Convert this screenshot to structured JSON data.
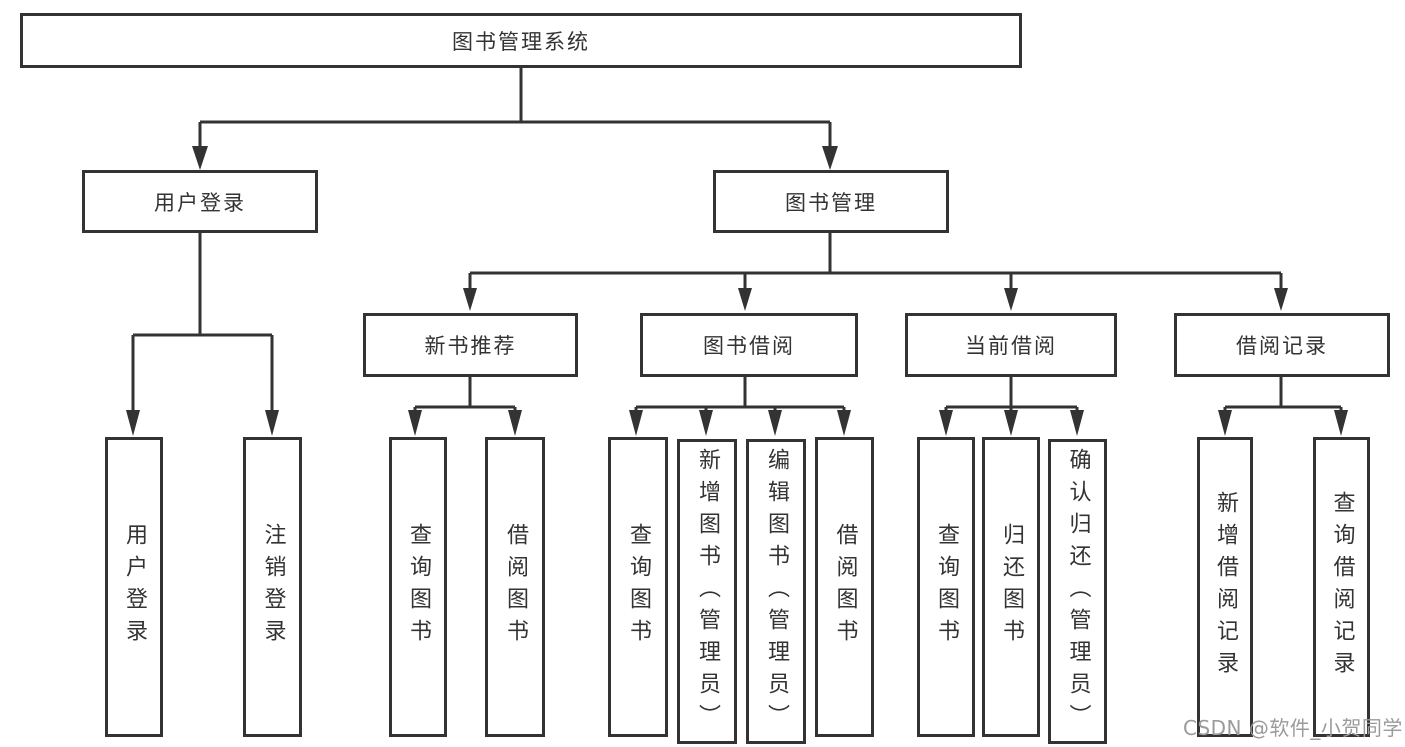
{
  "tree": {
    "label": "图书管理系统",
    "children": [
      {
        "label": "用户登录",
        "children": [
          {
            "label": "用户登录"
          },
          {
            "label": "注销登录"
          }
        ]
      },
      {
        "label": "图书管理",
        "children": [
          {
            "label": "新书推荐",
            "children": [
              {
                "label": "查询图书"
              },
              {
                "label": "借阅图书"
              }
            ]
          },
          {
            "label": "图书借阅",
            "children": [
              {
                "label": "查询图书"
              },
              {
                "label": "新增图书（管理员）"
              },
              {
                "label": "编辑图书（管理员）"
              },
              {
                "label": "借阅图书"
              }
            ]
          },
          {
            "label": "当前借阅",
            "children": [
              {
                "label": "查询图书"
              },
              {
                "label": "归还图书"
              },
              {
                "label": "确认归还（管理员）"
              }
            ]
          },
          {
            "label": "借阅记录",
            "children": [
              {
                "label": "新增借阅记录"
              },
              {
                "label": "查询借阅记录"
              }
            ]
          }
        ]
      }
    ]
  },
  "watermark": {
    "text": "CSDN @软件_小贺同学"
  },
  "colors": {
    "line": "#333333",
    "text": "#333333",
    "box_fill": "#ffffff",
    "background": "#ffffff",
    "watermark": "#9b9b9b"
  }
}
